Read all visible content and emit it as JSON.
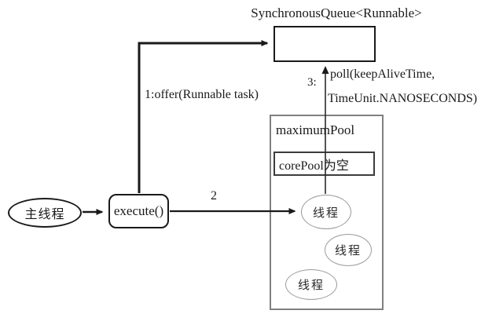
{
  "diagram": {
    "title": "SynchronousQueue<Runnable>",
    "nodes": {
      "main_thread": "主线程",
      "execute": "execute()",
      "maximum_pool": "maximumPool",
      "core_pool": "corePool为空",
      "thread1": "线程",
      "thread2": "线程",
      "thread3": "线程"
    },
    "edges": {
      "offer_label": "1:offer(Runnable task)",
      "step2_label": "2",
      "step3_label": "3:",
      "poll_line1": "poll(keepAliveTime,",
      "poll_line2": "TimeUnit.NANOSECONDS)"
    },
    "colors": {
      "background": "#ffffff",
      "ink": "#1a1a1a",
      "pool_border": "#808080",
      "thread_border": "#9a9a9a",
      "core_border": "#3c3c3c"
    }
  }
}
